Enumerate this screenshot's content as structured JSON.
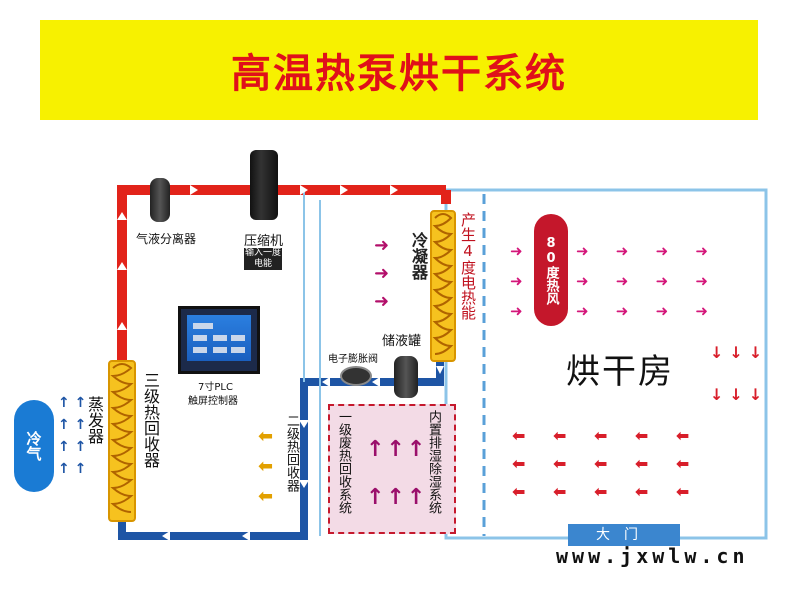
{
  "title": "高温热泵烘干系统",
  "labels": {
    "separator": "气液分离器",
    "compressor": "压缩机",
    "compressor_tag": "输入一度电能",
    "condenser": "冷凝器",
    "heat_output": "产生4度电热能",
    "receiver": "储液罐",
    "exp_valve": "电子膨胀阀",
    "plc_line1": "7寸PLC",
    "plc_line2": "触屏控制器",
    "evaporator": "蒸发器",
    "recovery3": "三级热回收器",
    "recovery2": "二级热回收器",
    "recovery1": "一级废热回收系统",
    "dehumid": "内置排湿除湿系统",
    "cold_air": "冷气",
    "hot_air": "80度热风",
    "drying_room": "烘干房",
    "door": "大门",
    "watermark": "www.jxwlw.cn"
  },
  "colors": {
    "banner": "#f7f100",
    "title": "#e0101a",
    "hot_pipe": "#e2231a",
    "cold_pipe": "#1e55a5",
    "room_border": "#8cc4e8",
    "magenta": "#b3106b",
    "hot_arrow": "#d4167a",
    "warm_arrow": "#e2a000",
    "red_arrow": "#d81e2a"
  }
}
